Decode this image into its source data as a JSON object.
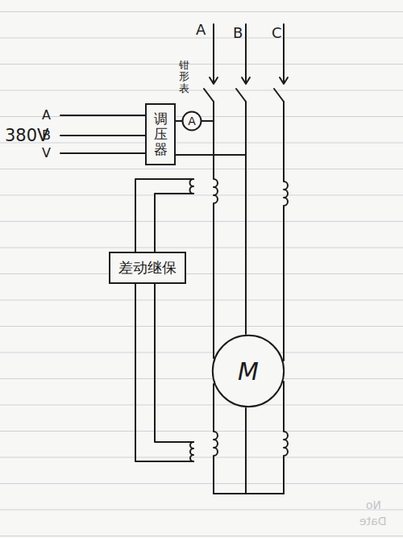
{
  "diagram": {
    "nodes": [
      {
        "text": [
          "调压器"
        ]
      },
      {
        "text": [
          "A"
        ]
      },
      {
        "text": [
          "差动继保"
        ]
      },
      {
        "text": [
          "M"
        ]
      }
    ],
    "edges": [
      {
        "from": 0,
        "to": 1,
        "arrow": "none"
      }
    ],
    "labels": [
      "A",
      "B",
      "C",
      "钳形表",
      "A",
      "380V",
      "B",
      "V",
      "No",
      "Date"
    ]
  }
}
